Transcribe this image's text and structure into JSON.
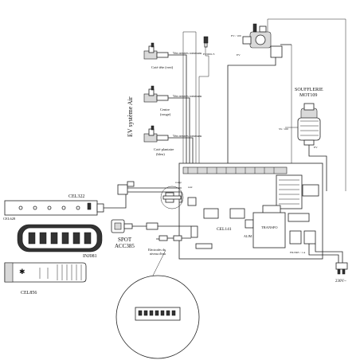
{
  "labels": {
    "ev_title": "EV système Air",
    "valve_text": "Vers neutres communs",
    "valve_top": "Coté tête (vert)",
    "valve_mid_a": "Centre",
    "valve_mid_b": "(rouge)",
    "valve_bot_a": "Coté plantaire",
    "valve_bot_b": "(bleu)",
    "small_valve": "EV0001/3",
    "ev_tag": "EV / 100",
    "ev_tag2": "EV",
    "blower_title": "SOUFFLERIE",
    "blower_code": "MOT109",
    "blower_tag": "SS / 100",
    "blower_tag2": "EV",
    "cel322": "CEL322",
    "cel628": "CEL628",
    "inj081": "INJ081",
    "cel856": "CEL856",
    "cel141": "CEL141",
    "spot_a": "SPOT",
    "spot_b": "ACC385",
    "electrodes_a": "Electrodes de",
    "electrodes_b": "niveau d'eau",
    "transfo": "TRANSFO",
    "rouge": "rouge",
    "noir": "noir",
    "alim": "ALIM IN7",
    "power": "230V~",
    "header_label": "FILTRE / 1 A"
  },
  "icons": {
    "fan": "snowflake-fan-icon",
    "blower": "blower-motor-icon"
  }
}
